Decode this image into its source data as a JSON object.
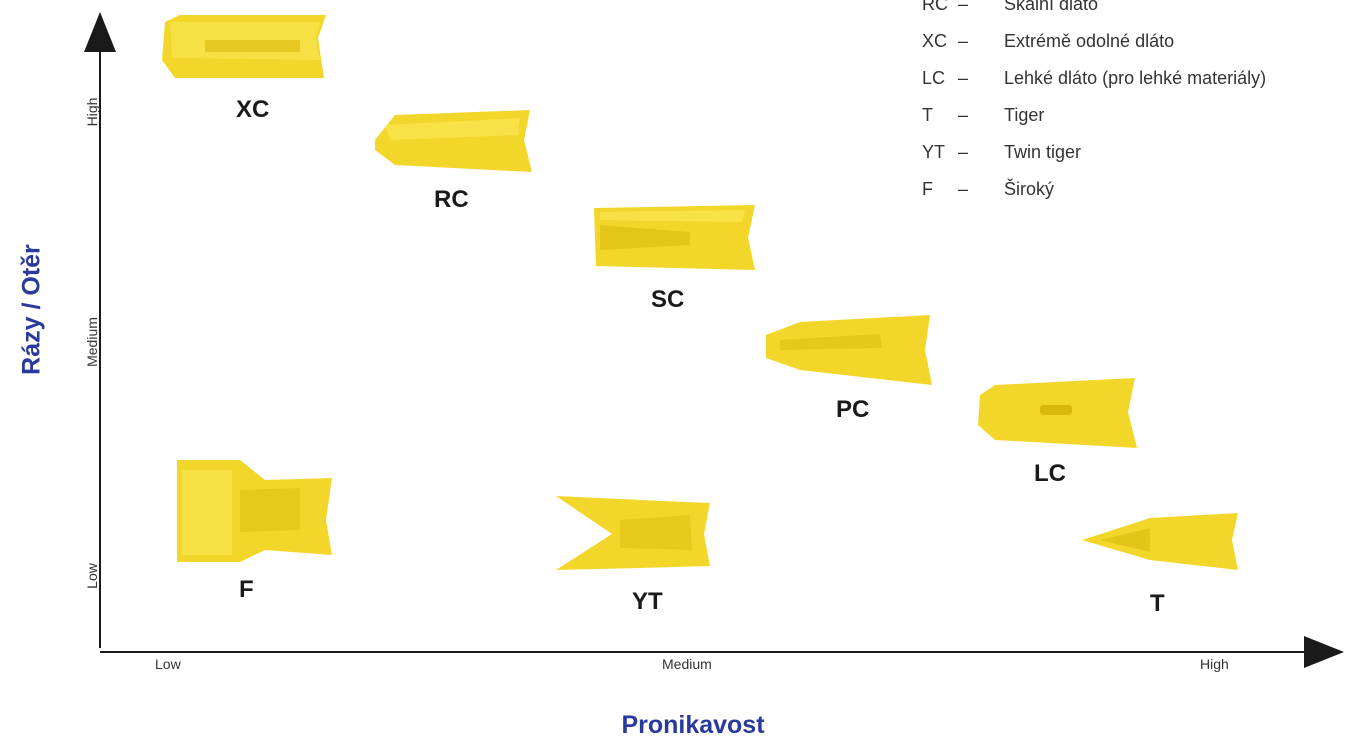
{
  "axes": {
    "x_label": "Pronikavost",
    "y_label": "Rázy / Otěr",
    "x_ticks": [
      "Low",
      "Medium",
      "High"
    ],
    "y_ticks": [
      "Low",
      "Medium",
      "High"
    ]
  },
  "teeth": [
    {
      "code": "XC"
    },
    {
      "code": "RC"
    },
    {
      "code": "SC"
    },
    {
      "code": "PC"
    },
    {
      "code": "LC"
    },
    {
      "code": "F"
    },
    {
      "code": "YT"
    },
    {
      "code": "T"
    }
  ],
  "legend": [
    {
      "code": "RC",
      "dash": "–",
      "text": "Skalní dláto"
    },
    {
      "code": "XC",
      "dash": "–",
      "text": "Extrémě odolné dláto"
    },
    {
      "code": "LC",
      "dash": "–",
      "text": "Lehké dláto (pro lehké materiály)"
    },
    {
      "code": "T",
      "dash": "–",
      "text": "Tiger"
    },
    {
      "code": "YT",
      "dash": "–",
      "text": "Twin tiger"
    },
    {
      "code": "F",
      "dash": "–",
      "text": "Široký"
    }
  ],
  "colors": {
    "tooth": "#f2d72a",
    "tooth_dark": "#d9b80e",
    "tooth_light": "#fbe95c",
    "axis": "#1a1a1a",
    "axis_label": "#2a3a9c"
  }
}
